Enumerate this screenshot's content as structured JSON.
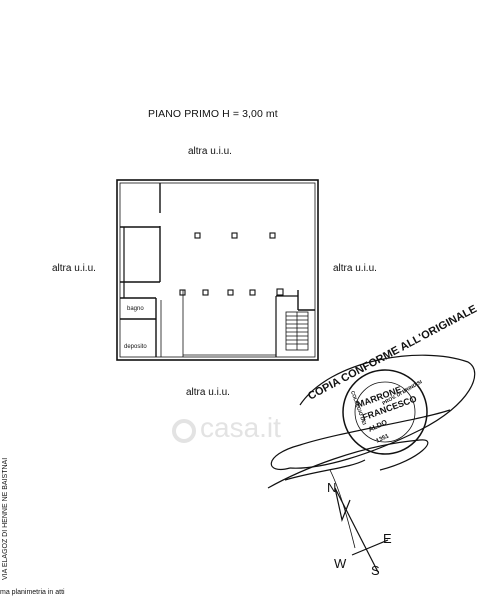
{
  "plan": {
    "title": "PIANO PRIMO H = 3,00 mt",
    "adjacent_labels": {
      "top": "altra u.i.u.",
      "left": "altra u.i.u.",
      "right": "altra u.i.u.",
      "bottom": "altra u.i.u."
    },
    "rooms": {
      "bagno": "bagno",
      "deposito": "deposito"
    }
  },
  "margin_notes": {
    "side_text": "VIA ELAGOZ DI HENNE NE BAISTNAI",
    "bottom_note": "ma planimetria in atti"
  },
  "watermark": {
    "brand": "casa.it"
  },
  "stamp": {
    "top_text": "COPIA CONFORME ALL'ORIGINALE",
    "name_line1": "MARRONE",
    "name_line2": "FRANCESCO",
    "collegio": "COLLEGIO DEI",
    "province": "PROV. DI BRINDISI",
    "member": "ALDO",
    "number": "1351",
    "ink_color": "#111111"
  },
  "compass": {
    "north": "N",
    "east": "E",
    "west": "W",
    "south": "S"
  }
}
